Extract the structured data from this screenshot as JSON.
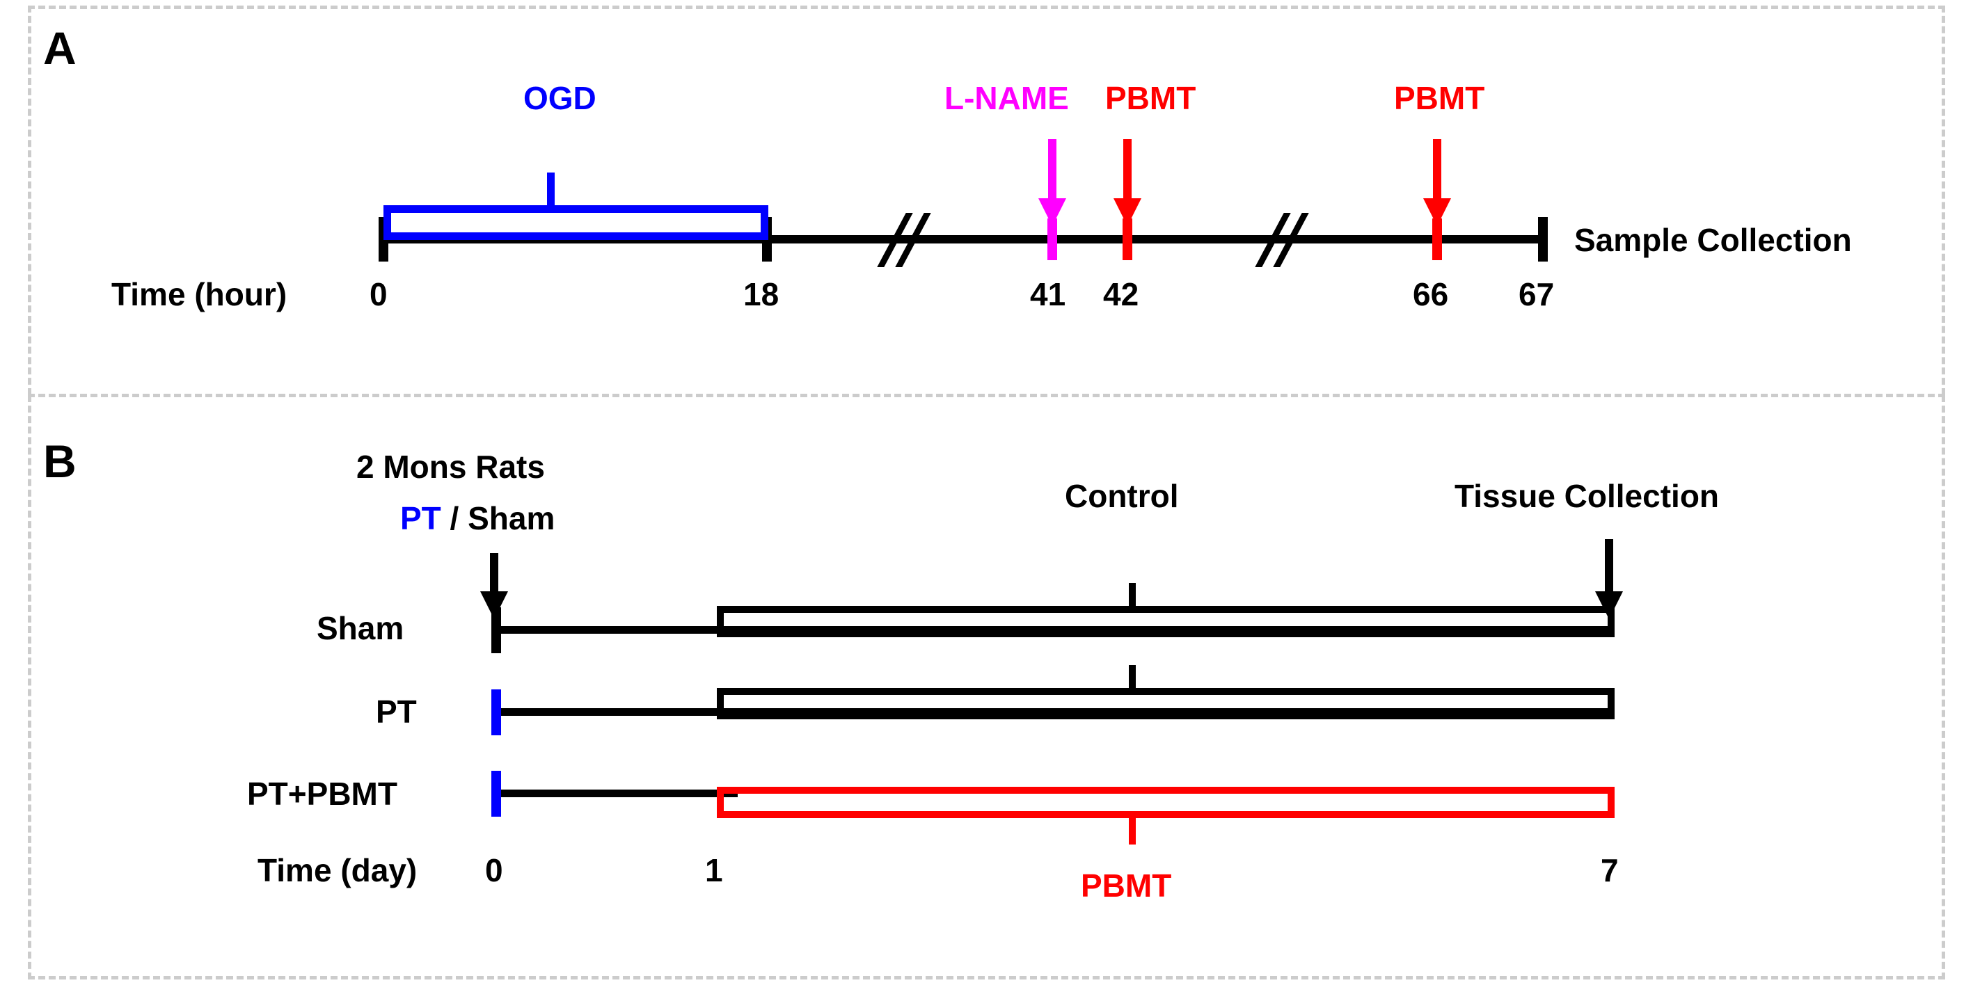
{
  "figure": {
    "panels": [
      {
        "id": "A",
        "label": "A",
        "axis_label": "Time (hour)",
        "end_label": "Sample Collection",
        "events": [
          {
            "name": "OGD",
            "color": "#0000ff",
            "type": "bracket",
            "start": 0,
            "end": 18
          },
          {
            "name": "L-NAME",
            "color": "#ff00ff",
            "type": "arrow",
            "time": 41
          },
          {
            "name": "PBMT",
            "color": "#ff0000",
            "type": "arrow",
            "time": 42
          },
          {
            "name": "PBMT",
            "color": "#ff0000",
            "type": "arrow",
            "time": 66
          }
        ],
        "ticks": [
          "0",
          "18",
          "41",
          "42",
          "66",
          "67"
        ],
        "breaks": 2
      },
      {
        "id": "B",
        "label": "B",
        "axis_label": "Time (day)",
        "header_top": "2 Mons Rats",
        "header_pt": "PT",
        "header_sep": " / ",
        "header_sham": "Sham",
        "control_label": "Control",
        "collection_label": "Tissue Collection",
        "pbmt_label": "PBMT",
        "rows": [
          {
            "label": "Sham",
            "start_tick_color": "#000000",
            "bracket_color": "#000000",
            "bracket_start": 1,
            "bracket_end": 7,
            "tick_label": "Control",
            "tick_dir": "up"
          },
          {
            "label": "PT",
            "start_tick_color": "#0000ff",
            "bracket_color": "#000000",
            "bracket_start": 1,
            "bracket_end": 7,
            "tick_label": "Control",
            "tick_dir": "up"
          },
          {
            "label": "PT+PBMT",
            "start_tick_color": "#0000ff",
            "bracket_color": "#ff0000",
            "bracket_start": 1,
            "bracket_end": 7,
            "tick_label": "PBMT",
            "tick_dir": "down"
          }
        ],
        "ticks": [
          "0",
          "1",
          "7"
        ]
      }
    ]
  },
  "colors": {
    "blue": "#0000ff",
    "red": "#ff0000",
    "magenta": "#ff00ff",
    "black": "#000000",
    "border": "#cccccc"
  }
}
